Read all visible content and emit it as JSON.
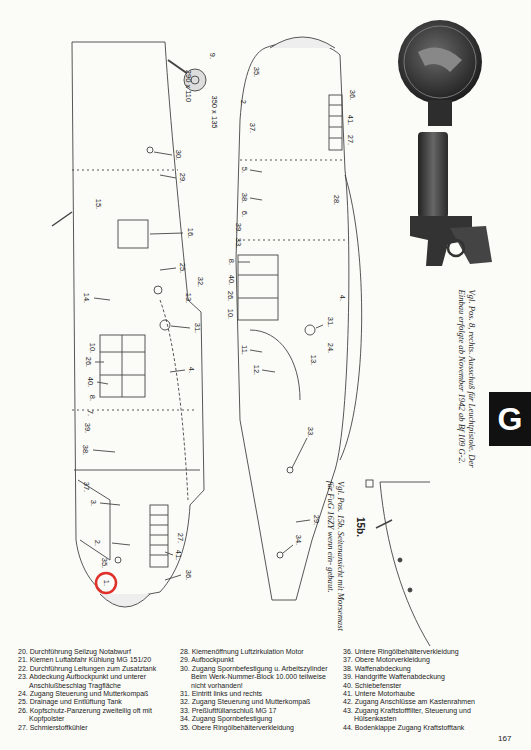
{
  "diagram": {
    "nodes": [
      {
        "text": [
          "G"
        ]
      }
    ],
    "labels": [
      "35.",
      "1.",
      "2.",
      "3.",
      "37.",
      "38.",
      "39.",
      "7.",
      "8.",
      "40.",
      "26.",
      "10.",
      "14.",
      "15.",
      "16.",
      "25.",
      "32.",
      "13.",
      "31.",
      "4.",
      "29.",
      "30.",
      "9.",
      "290 x 110",
      "350 x 135",
      "36.",
      "41.",
      "27.",
      "35.",
      "2.",
      "37.",
      "36.",
      "41.",
      "27.",
      "28.",
      "5.",
      "38.",
      "6.",
      "39.",
      "33.",
      "8.",
      "40.",
      "26.",
      "10.",
      "11.",
      "12.",
      "31.",
      "24.",
      "13.",
      "4.",
      "33.",
      "29.",
      "34.",
      "15b.",
      "Vgl. Pos. 15b. Seitenansicht mit Morsemast für FuG 16ZY wenn ein- gebaut.",
      "Vgl. Pos. 8, rechts. Ausschuß für Leuchtpistole. Der Einbau erfolgte ab November 1942 ab Bf 109 G-2.",
      "20. Durchführung Seilzug Notabwurf",
      "21. Kiemen Luftabfahr Kühlung MG 151/20",
      "22. Durchführung Leitungen zum Zusatztank",
      "23. Abdeckung Aufbockpunkt und unterer Anschlußbeschlag Tragfläche",
      "24. Zugang Steuerung und Mutterkompaß",
      "25. Drainage und Entlüftung Tank",
      "26. Kopfschutz-Panzerung zweiteilig oft mit Kopfpolster",
      "27. Schmierstoffkühler",
      "28. Kiemenöffnung Luftzirkulation Motor",
      "29. Aufbockpunkt",
      "30. Zugang Spornbefestigung u. Arbeitszylinder Beim Werk-Nummer-Block 10.000 teilweise nicht vorhanden!",
      "31. Eintritt links und rechts",
      "32. Zugang Steuerung und Mutterkompaß",
      "33. Preßluftfüllanschluß MG 17",
      "34. Zugang Spornbefestigung",
      "35. Obere Ringölbehälterverkleidung",
      "36. Untere Ringölbehälterverkleidung",
      "37. Obere Motorverkleidung",
      "38. Waffenabdeckung",
      "39. Handgriffe Waffenabdeckung",
      "40. Schiebefenster",
      "41. Untere Motorhaube",
      "42. Zugang Anschlüsse am Kastenrahmen",
      "43. Zugang Kraftstofffilter, Steuerung und Hülsenkasten",
      "44. Bodenklappe Zugang Kraftstofftank",
      "167"
    ]
  }
}
